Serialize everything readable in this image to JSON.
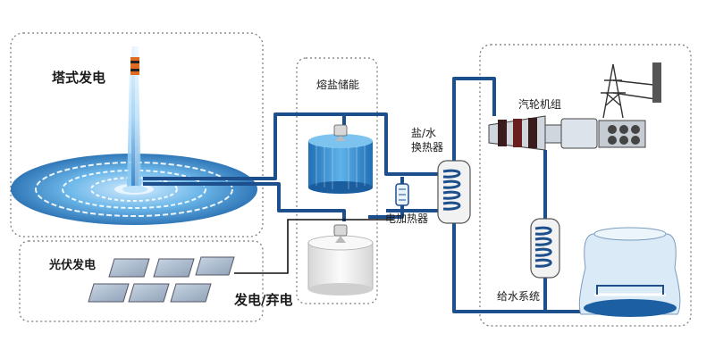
{
  "diagram": {
    "sections": {
      "tower": "塔式发电",
      "pv": "光伏发电",
      "storage": "熔盐储能",
      "exchanger_line1": "盐/水",
      "exchanger_line2": "换热器",
      "heater": "电加热器",
      "turbine": "汽轮机组",
      "feedwater": "给水系统",
      "grid_flow": "发电/弃电"
    },
    "colors": {
      "pipe": "#1d4f8c",
      "pipe_light": "#3a8fd0",
      "tank_hot": "#2f83c6",
      "tank_cold": "#f3f3f3",
      "border": "#777777"
    }
  }
}
